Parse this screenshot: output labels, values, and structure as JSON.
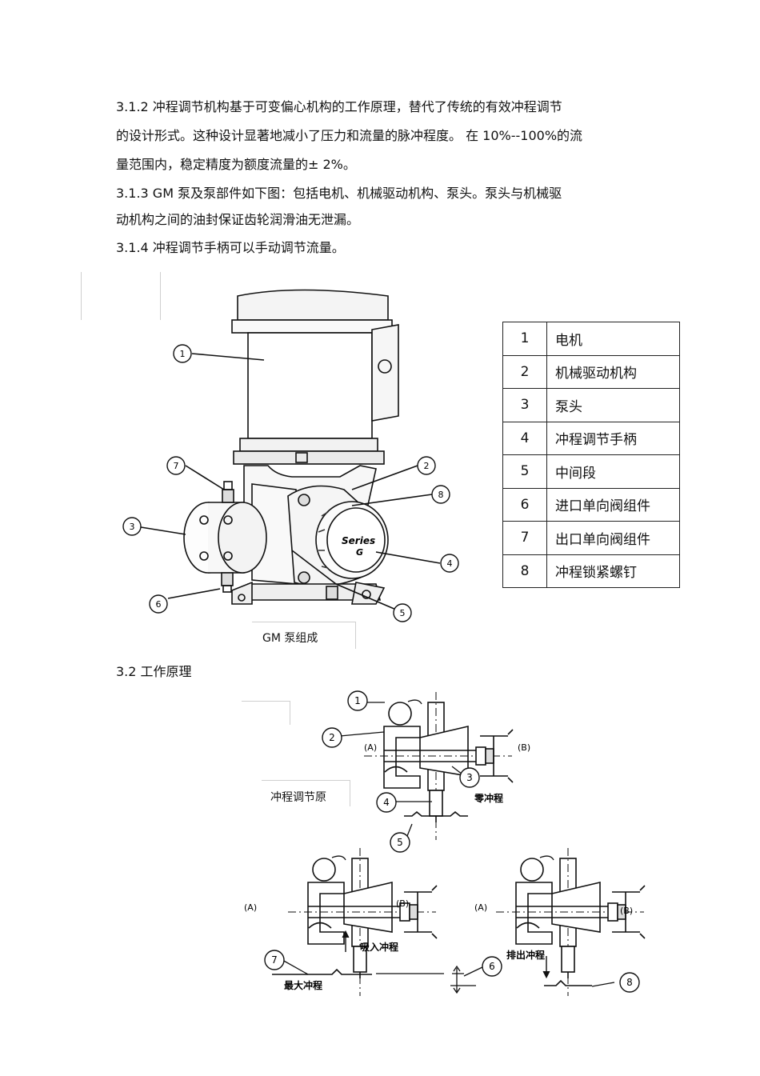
{
  "paragraphs": [
    "3.1.2  冲程调节机构基于可变偏心机构的工作原理，替代了传统的有效冲程调节",
    "的设计形式。这种设计显著地减小了压力和流量的脉冲程度。    在 10%--100%的流",
    "量范围内，稳定精度为额度流量的±    2%。",
    "3.1.3  GM  泵及泵部件如下图：包括电机、机械驱动机构、泵头。泵头与机械驱",
    "动机构之间的油封保证齿轮润滑油无泄漏。",
    "3.1.4 冲程调节手柄可以手动调节流量。"
  ],
  "figure1": {
    "callouts": [
      "1",
      "2",
      "3",
      "4",
      "5",
      "6",
      "7",
      "8"
    ],
    "knob_text_1": "Series",
    "knob_text_2": "G",
    "caption": "GM  泵组成"
  },
  "parts_table": [
    {
      "num": "1",
      "name": "电机"
    },
    {
      "num": "2",
      "name": "机械驱动机构"
    },
    {
      "num": "3",
      "name": "泵头"
    },
    {
      "num": "4",
      "name": "冲程调节手柄"
    },
    {
      "num": "5",
      "name": "中间段"
    },
    {
      "num": "6",
      "name": "进口单向阀组件"
    },
    {
      "num": "7",
      "name": "出口单向阀组件"
    },
    {
      "num": "8",
      "name": "冲程锁紧螺钉"
    }
  ],
  "section_heading": "3.2  工作原理",
  "figure2": {
    "caption": "冲程调节原",
    "callouts": [
      "1",
      "2",
      "3",
      "4",
      "5",
      "6",
      "7",
      "8"
    ],
    "label_A": "(A)",
    "label_B": "(B)",
    "zero_stroke": "零冲程",
    "suction_stroke": "吸入冲程",
    "max_stroke": "最大冲程",
    "discharge_stroke": "排出冲程"
  }
}
